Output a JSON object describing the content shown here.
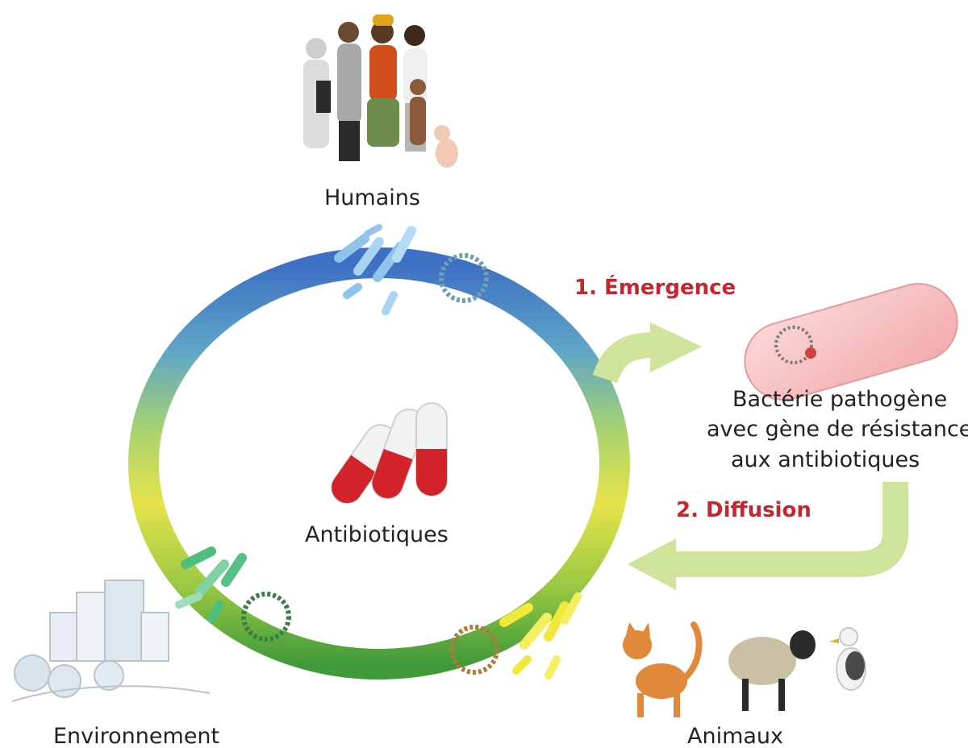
{
  "labels": {
    "humans": "Humains",
    "antibiotics": "Antibiotiques",
    "environment": "Environnement",
    "animals": "Animaux",
    "bacterium": [
      "Bactérie pathogène",
      "avec gène de résistance",
      "aux antibiotiques"
    ]
  },
  "steps": {
    "emergence": "1. Émergence",
    "diffusion": "2. Diffusion"
  },
  "colors": {
    "step_text": "#c8262e",
    "ring_top": "#3d6fc4",
    "ring_middle": "#e6e34a",
    "ring_bottom": "#3f9a3a",
    "arrow": "#cfe49a",
    "bacterium_body": "#f7c3c3",
    "pill_red": "#d2232a"
  },
  "icons": {
    "center": "antibiotic-capsules-icon",
    "top": "human-group-icon",
    "bottom_left": "city-buildings-icon",
    "bottom_right": "farm-animals-icon"
  }
}
